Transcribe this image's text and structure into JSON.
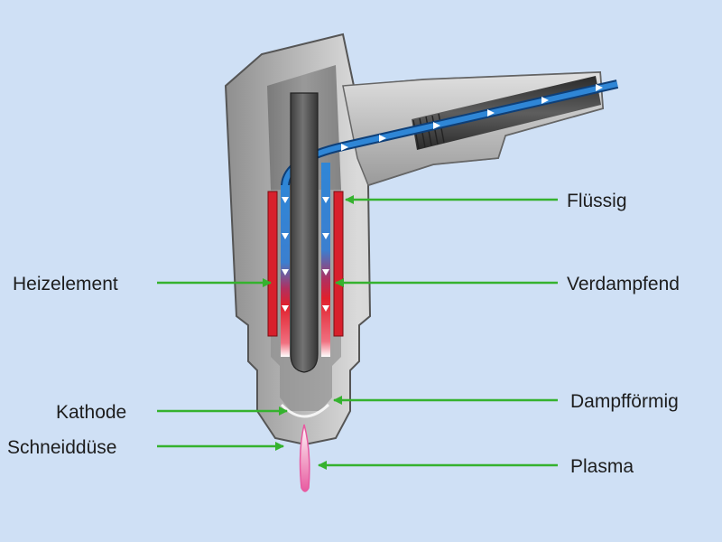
{
  "labels": {
    "fluessig": "Flüssig",
    "heizelement": "Heizelement",
    "verdampfend": "Verdampfend",
    "kathode": "Kathode",
    "dampffoermig": "Dampfförmig",
    "schneidduese": "Schneiddüse",
    "plasma": "Plasma"
  },
  "colors": {
    "background": "#cfe0f5",
    "leader": "#35b22e",
    "coolant": "#2f86d6",
    "heater": "#d8202c",
    "plasma": "#e85aa0"
  }
}
